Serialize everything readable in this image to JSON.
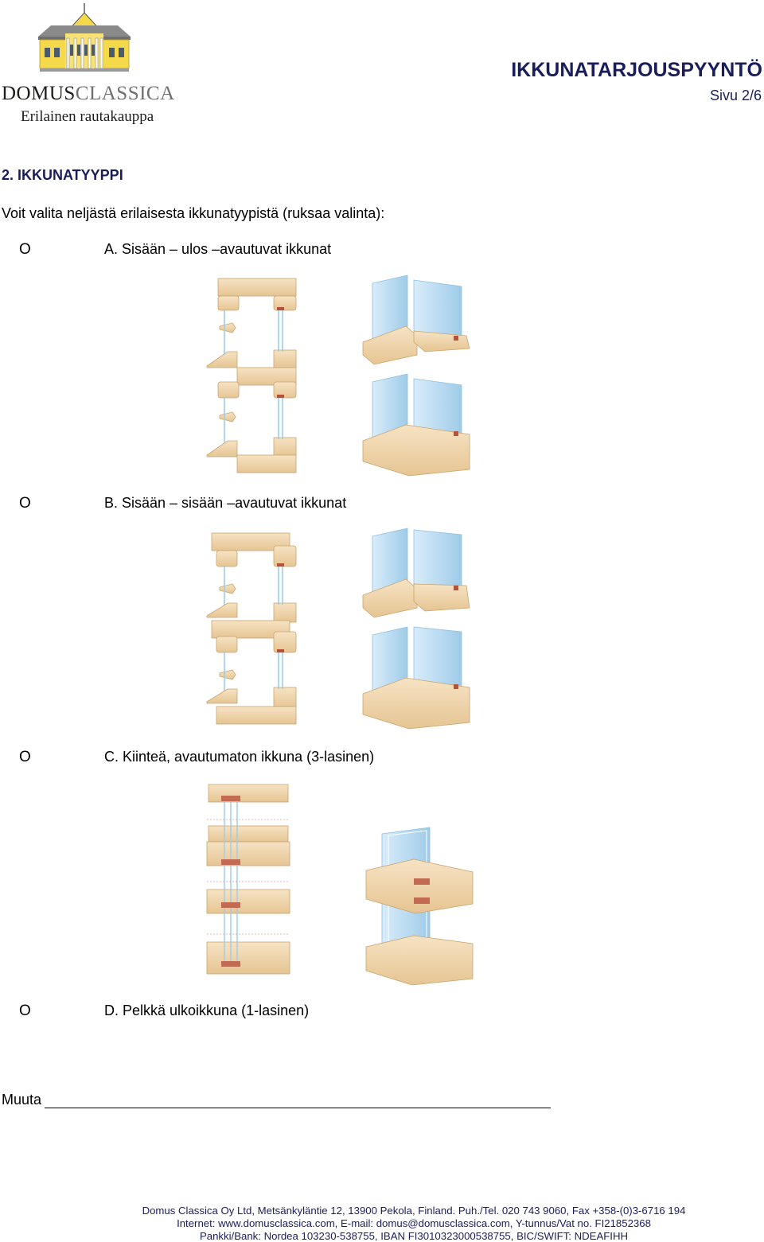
{
  "header": {
    "brand_primary": "DOMUS",
    "brand_secondary": "CLASSICA",
    "brand_tagline": "Erilainen rautakauppa",
    "document_title": "IKKUNATARJOUSPYYNTÖ",
    "page_number": "Sivu 2/6",
    "logo_icon": "manor-house-icon"
  },
  "section": {
    "title": "2. IKKUNATYYPPI",
    "intro": "Voit valita neljästä erilaisesta ikkunatyypistä (ruksaa valinta):"
  },
  "options": [
    {
      "marker": "O",
      "label": "A. Sisään – ulos –avautuvat ikkunat",
      "icon": "inward-outward-window-section-icon"
    },
    {
      "marker": "O",
      "label": "B. Sisään – sisään –avautuvat ikkunat",
      "icon": "inward-inward-window-section-icon"
    },
    {
      "marker": "O",
      "label": "C. Kiinteä, avautumaton ikkuna (3-lasinen)",
      "icon": "fixed-triple-glazed-window-section-icon"
    },
    {
      "marker": "O",
      "label": "D. Pelkkä ulkoikkuna (1-lasinen)"
    }
  ],
  "other": {
    "label": "Muuta"
  },
  "footer": {
    "line1": "Domus Classica Oy Ltd, Metsänkyläntie 12, 13900 Pekola, Finland. Puh./Tel. 020 743 9060, Fax +358-(0)3-6716 194",
    "line2": "Internet: www.domusclassica.com, E-mail: domus@domusclassica.com, Y-tunnus/Vat no. FI21852368",
    "line3": "Pankki/Bank: Nordea 103230-538755, IBAN FI3010323000538755, BIC/SWIFT: NDEAFIHH"
  },
  "colors": {
    "title_navy": "#1a1d5c",
    "wood": "#f2d9b0",
    "wood_dark": "#d9b47e",
    "glass": "#bcdcf2",
    "logo_yellow": "#f4d94a"
  }
}
